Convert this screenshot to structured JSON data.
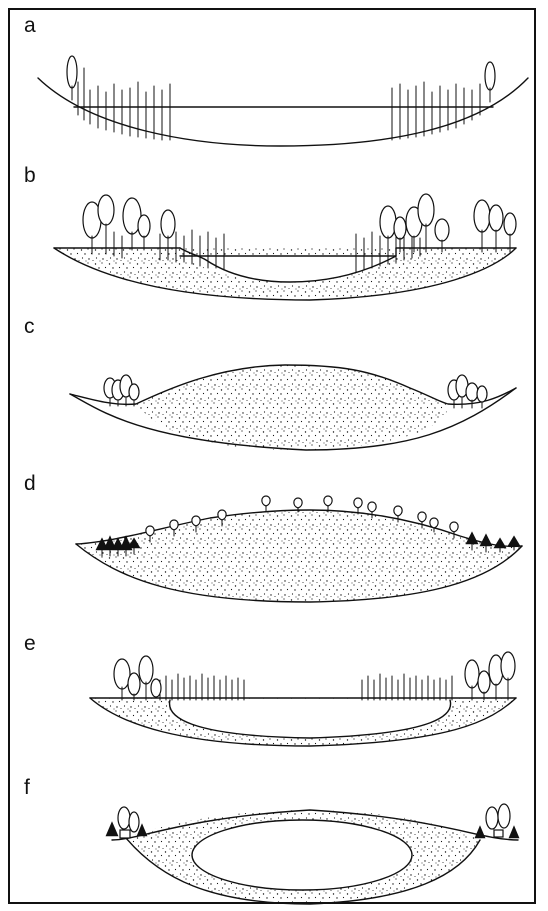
{
  "figure": {
    "panels": [
      {
        "id": "a",
        "label": "a"
      },
      {
        "id": "b",
        "label": "b"
      },
      {
        "id": "c",
        "label": "c"
      },
      {
        "id": "d",
        "label": "d"
      },
      {
        "id": "e",
        "label": "e"
      },
      {
        "id": "f",
        "label": "f"
      }
    ]
  },
  "colors": {
    "ink": "#111111",
    "paper": "#ffffff"
  }
}
